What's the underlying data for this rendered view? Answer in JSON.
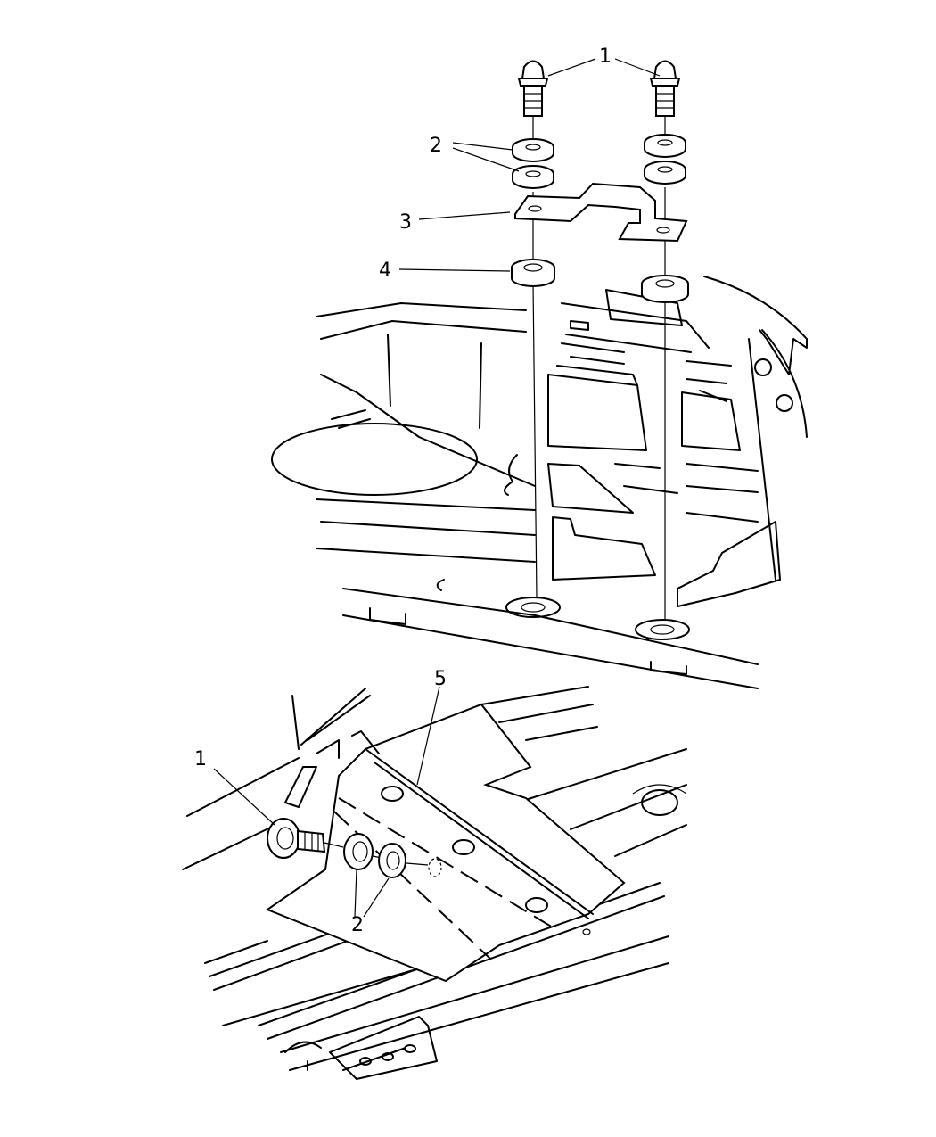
{
  "diagram": {
    "upper_view": {
      "callouts": [
        {
          "id": "upper-1",
          "label": "1"
        },
        {
          "id": "upper-2",
          "label": "2"
        },
        {
          "id": "upper-3",
          "label": "3"
        },
        {
          "id": "upper-4",
          "label": "4"
        }
      ]
    },
    "lower_view": {
      "callouts": [
        {
          "id": "lower-5",
          "label": "5"
        },
        {
          "id": "lower-1",
          "label": "1"
        },
        {
          "id": "lower-2",
          "label": "2"
        }
      ]
    }
  }
}
